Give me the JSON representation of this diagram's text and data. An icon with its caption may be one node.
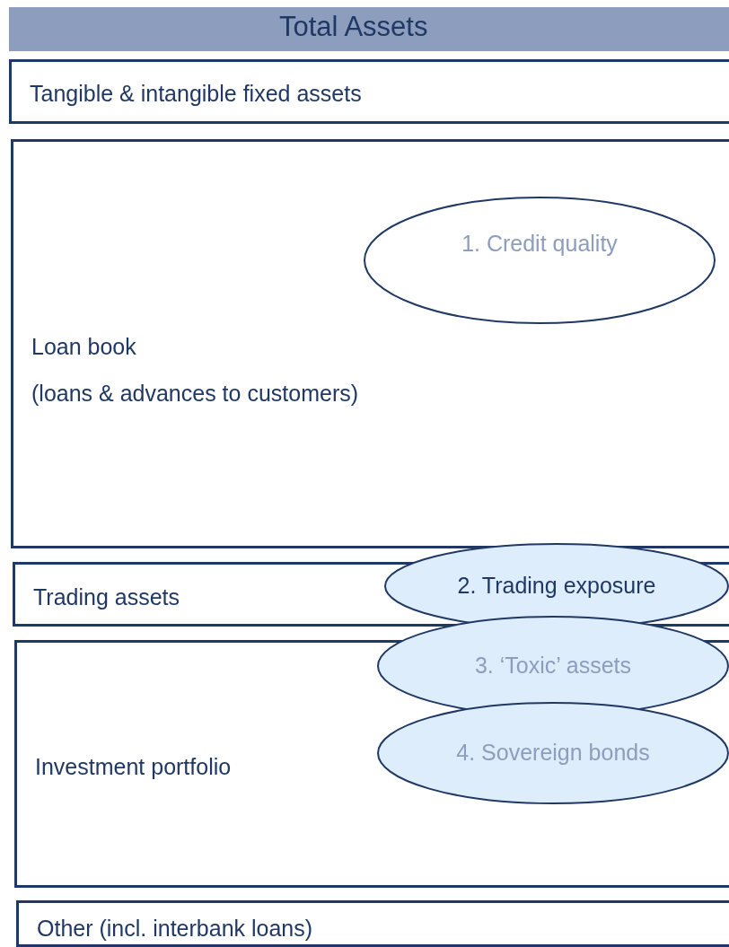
{
  "diagram": {
    "title": "Total Assets",
    "nodes": [
      {
        "text": [
          "Tangible & intangible fixed assets"
        ]
      },
      {
        "text": [
          "Loan book",
          "(loans & advances to customers)"
        ]
      },
      {
        "text": [
          "1. Credit quality"
        ],
        "in": 1
      },
      {
        "text": [
          "Trading assets"
        ]
      },
      {
        "text": [
          "2. Trading exposure"
        ]
      },
      {
        "text": [
          "Investment portfolio"
        ]
      },
      {
        "text": [
          "3. ‘Toxic’ assets"
        ]
      },
      {
        "text": [
          "4. Sovereign bonds"
        ],
        "in": 5
      },
      {
        "text": [
          "Other (incl. interbank loans)"
        ]
      }
    ]
  }
}
